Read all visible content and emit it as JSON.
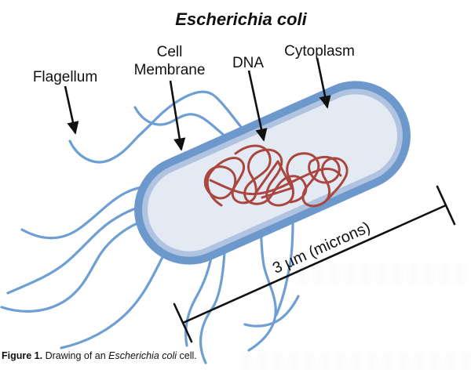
{
  "figure": {
    "title": "Escherichia coli",
    "caption": {
      "label": "Figure 1.",
      "text_before_species": " Drawing of an ",
      "species": "Escherichia coli",
      "text_after_species": " cell."
    }
  },
  "labels": {
    "flagellum": "Flagellum",
    "cell_membrane": [
      "Cell",
      "Membrane"
    ],
    "dna": "DNA",
    "cytoplasm": "Cytoplasm"
  },
  "scale_bar": {
    "label": "3 μm (microns)",
    "value": "3",
    "unit": "μm"
  },
  "colors": {
    "membrane_outer": "#6d98cb",
    "membrane_inner_band": "#b0c3e0",
    "cytoplasm_fill": "#e4eaf3",
    "dna": "#a9473f",
    "flagella": "#6e9fd4",
    "ink": "#111111"
  }
}
